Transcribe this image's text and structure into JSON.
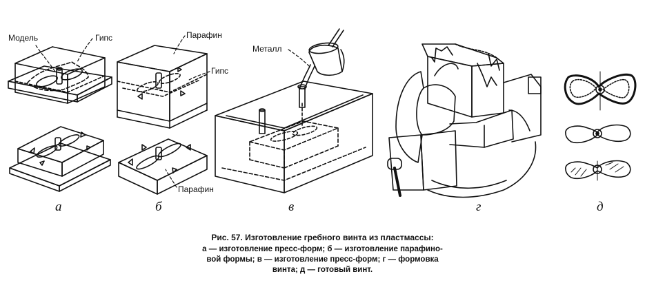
{
  "labels": {
    "model": "Модель",
    "gips_a": "Гипс",
    "parafin_b_top": "Парафин",
    "gips_b": "Гипс",
    "parafin_b_bottom": "Парафин",
    "metall": "Металл"
  },
  "letters": {
    "a": "а",
    "b": "б",
    "v": "в",
    "g": "г",
    "d": "д"
  },
  "caption": {
    "title": "Рис. 57. Изготовление гребного винта из пластмассы:",
    "line1": "а — изготовление пресс-форм; б — изготовление парафино-",
    "line2": "вой формы; в — изготовление пресс-форм; г — формовка",
    "line3": "винта; д — готовый винт."
  }
}
